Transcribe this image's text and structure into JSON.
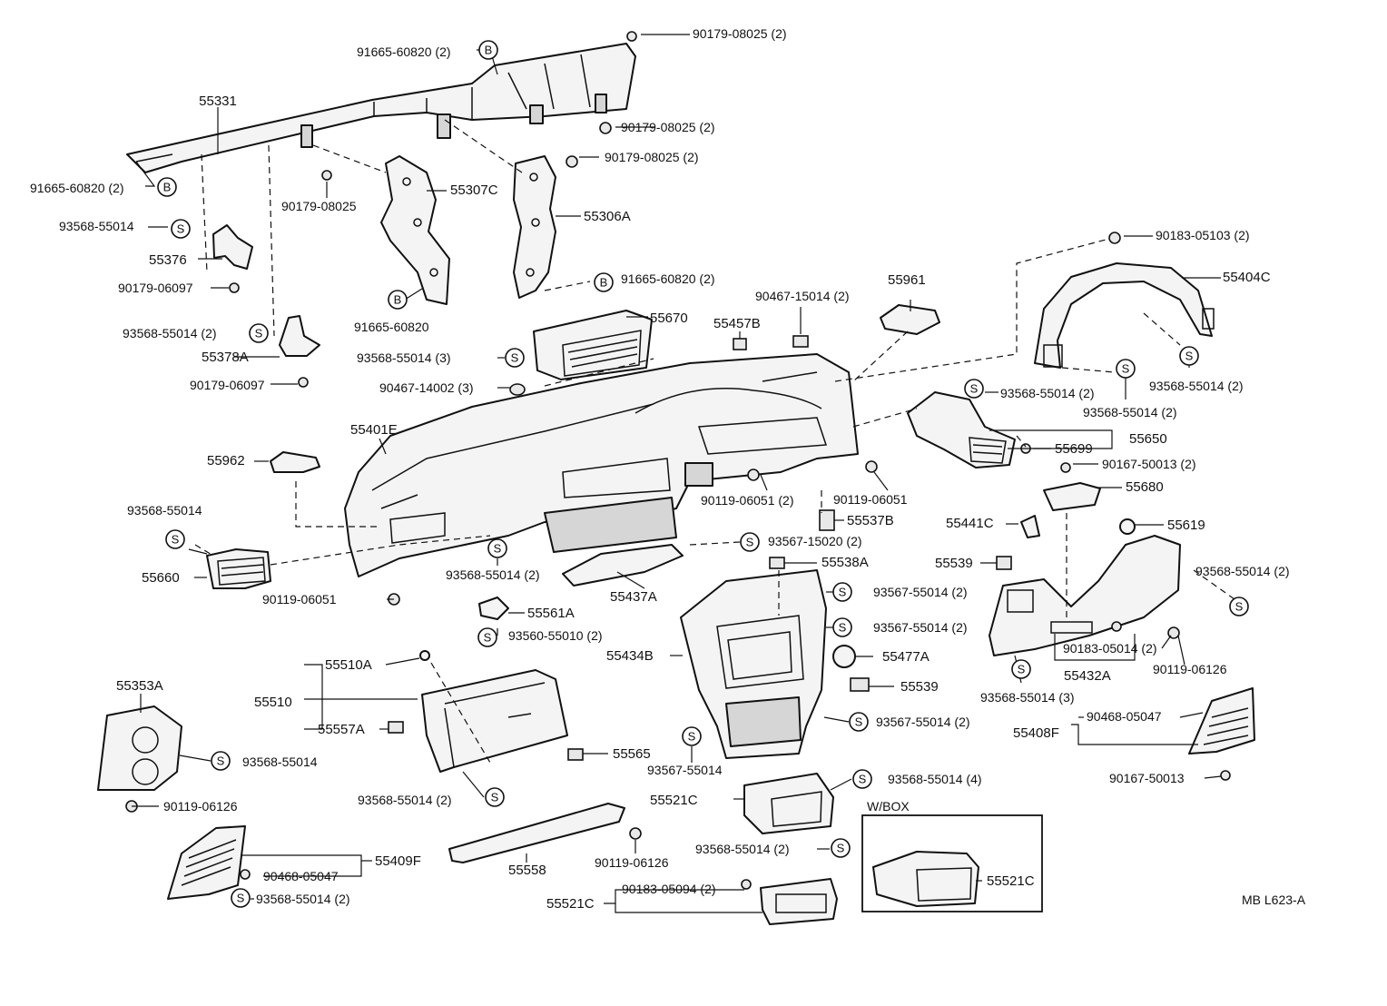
{
  "labels": {
    "l55331": "55331",
    "l91665_60820_2_top": "91665-60820 (2)",
    "l91665_60820_2_left": "91665-60820 (2)",
    "l90179_08025_2_top": "90179-08025 (2)",
    "l90179_08025_2_mid": "90179-08025 (2)",
    "l90179_08025_2_right": "90179-08025 (2)",
    "l90179_08025": "90179-08025",
    "l55307C": "55307C",
    "l55306A": "55306A",
    "l91665_60820_2_b": "91665-60820 (2)",
    "l91665_60820": "91665-60820",
    "l93568_55014_a": "93568-55014",
    "l55376": "55376",
    "l90179_06097_a": "90179-06097",
    "l93568_55014_2_a": "93568-55014 (2)",
    "l55378A": "55378A",
    "l90179_06097_b": "90179-06097",
    "l55670": "55670",
    "l93568_55014_3": "93568-55014 (3)",
    "l90467_14002_3": "90467-14002 (3)",
    "l55457B": "55457B",
    "l90467_15014_2": "90467-15014 (2)",
    "l55961": "55961",
    "l90183_05103_2": "90183-05103 (2)",
    "l55404C": "55404C",
    "l93568_55014_2_b": "93568-55014 (2)",
    "l93568_55014_2_c": "93568-55014 (2)",
    "l93568_55014_2_d": "93568-55014 (2)",
    "l55401E": "55401E",
    "l55962": "55962",
    "l55699": "55699",
    "l55650": "55650",
    "l90167_50013_2": "90167-50013 (2)",
    "l55680": "55680",
    "l90119_06051_2": "90119-06051 (2)",
    "l90119_06051_a": "90119-06051",
    "l55537B": "55537B",
    "l55441C": "55441C",
    "l55619": "55619",
    "l93568_55014_b": "93568-55014",
    "l55660": "55660",
    "l93568_55014_2_e": "93568-55014 (2)",
    "l93567_15020_2": "93567-15020 (2)",
    "l55538A": "55538A",
    "l55539_a": "55539",
    "l93568_55014_2_f": "93568-55014 (2)",
    "l90119_06051_b": "90119-06051",
    "l55437A": "55437A",
    "l93567_55014_2_a": "93567-55014 (2)",
    "l55561A": "55561A",
    "l93567_55014_2_b": "93567-55014 (2)",
    "l93560_55010_2": "93560-55010 (2)",
    "l55434B": "55434B",
    "l55477A": "55477A",
    "l90183_05014_2": "90183-05014 (2)",
    "l90119_06126_a": "90119-06126",
    "l55432A": "55432A",
    "l55510A": "55510A",
    "l55510": "55510",
    "l55539_b": "55539",
    "l93568_55014_3_b": "93568-55014 (3)",
    "l55557A": "55557A",
    "l93567_55014_2_c": "93567-55014 (2)",
    "l90468_05047_a": "90468-05047",
    "l55408F": "55408F",
    "l55353A": "55353A",
    "l55565": "55565",
    "l93567_55014": "93567-55014",
    "l93568_55014_c": "93568-55014",
    "l90167_50013": "90167-50013",
    "l93568_55014_2_g": "93568-55014 (2)",
    "l93568_55014_4": "93568-55014 (4)",
    "l55521C_a": "55521C",
    "l90119_06126_b": "90119-06126",
    "l90119_06126_c": "90119-06126",
    "l93568_55014_2_h": "93568-55014 (2)",
    "l55409F": "55409F",
    "l90468_05047_b": "90468-05047",
    "l55558": "55558",
    "l93568_55014_2_i": "93568-55014 (2)",
    "l90183_05094_2": "90183-05094 (2)",
    "l55521C_b": "55521C",
    "l55521C_c": "55521C",
    "wbox": "W/BOX",
    "code": "MB L623-A"
  },
  "markers": {
    "B": "B",
    "S": "S"
  }
}
